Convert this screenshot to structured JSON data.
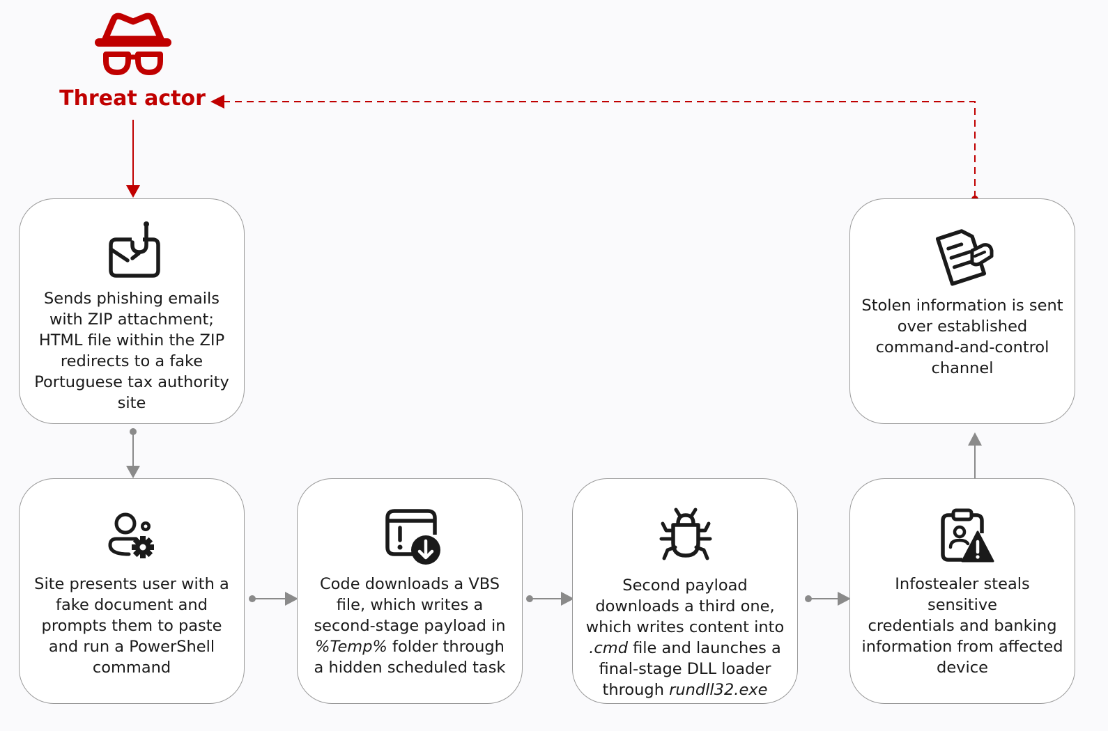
{
  "actor": {
    "label": "Threat actor",
    "icon": "incognito-spy-icon",
    "color": "#c00000"
  },
  "steps": [
    {
      "id": "phishing",
      "icon": "phishing-email-hook-icon",
      "lines": [
        "Sends phishing emails",
        "with ZIP attachment;",
        "HTML file within the ZIP",
        "redirects to a fake",
        "Portuguese tax authority",
        "site"
      ]
    },
    {
      "id": "fake-site",
      "icon": "user-settings-icon",
      "lines": [
        "Site presents user with a",
        "fake document and",
        "prompts them to paste",
        "and run a PowerShell",
        "command"
      ]
    },
    {
      "id": "vbs-download",
      "icon": "window-download-alert-icon",
      "line1": "Code downloads a VBS",
      "line2": "file, which writes a",
      "line3": "second-stage payload in",
      "line4_italic": "%Temp%",
      "line4_rest": " folder through",
      "line5": "a hidden scheduled task"
    },
    {
      "id": "second-payload",
      "icon": "bug-icon",
      "line1": "Second payload",
      "line2": "downloads a third one,",
      "line3": "which writes content into",
      "line4_italic": ".cmd",
      "line4_rest": " file and launches a",
      "line5": "final-stage DLL loader",
      "line6_plain": "through ",
      "line6_italic": "rundll32.exe"
    },
    {
      "id": "infostealer",
      "icon": "clipboard-user-warning-icon",
      "lines": [
        "Infostealer steals sensitive",
        "credentials and banking",
        "information from affected",
        "device"
      ]
    },
    {
      "id": "exfiltration",
      "icon": "stolen-documents-icon",
      "lines": [
        "Stolen information is sent",
        "over established",
        "command-and-control",
        "channel"
      ]
    }
  ],
  "colors": {
    "accent": "#c00000",
    "connector": "#8a8a8a",
    "box_border": "#9a9a9a",
    "text": "#1a1a1a",
    "icon": "#1a1a1a"
  }
}
